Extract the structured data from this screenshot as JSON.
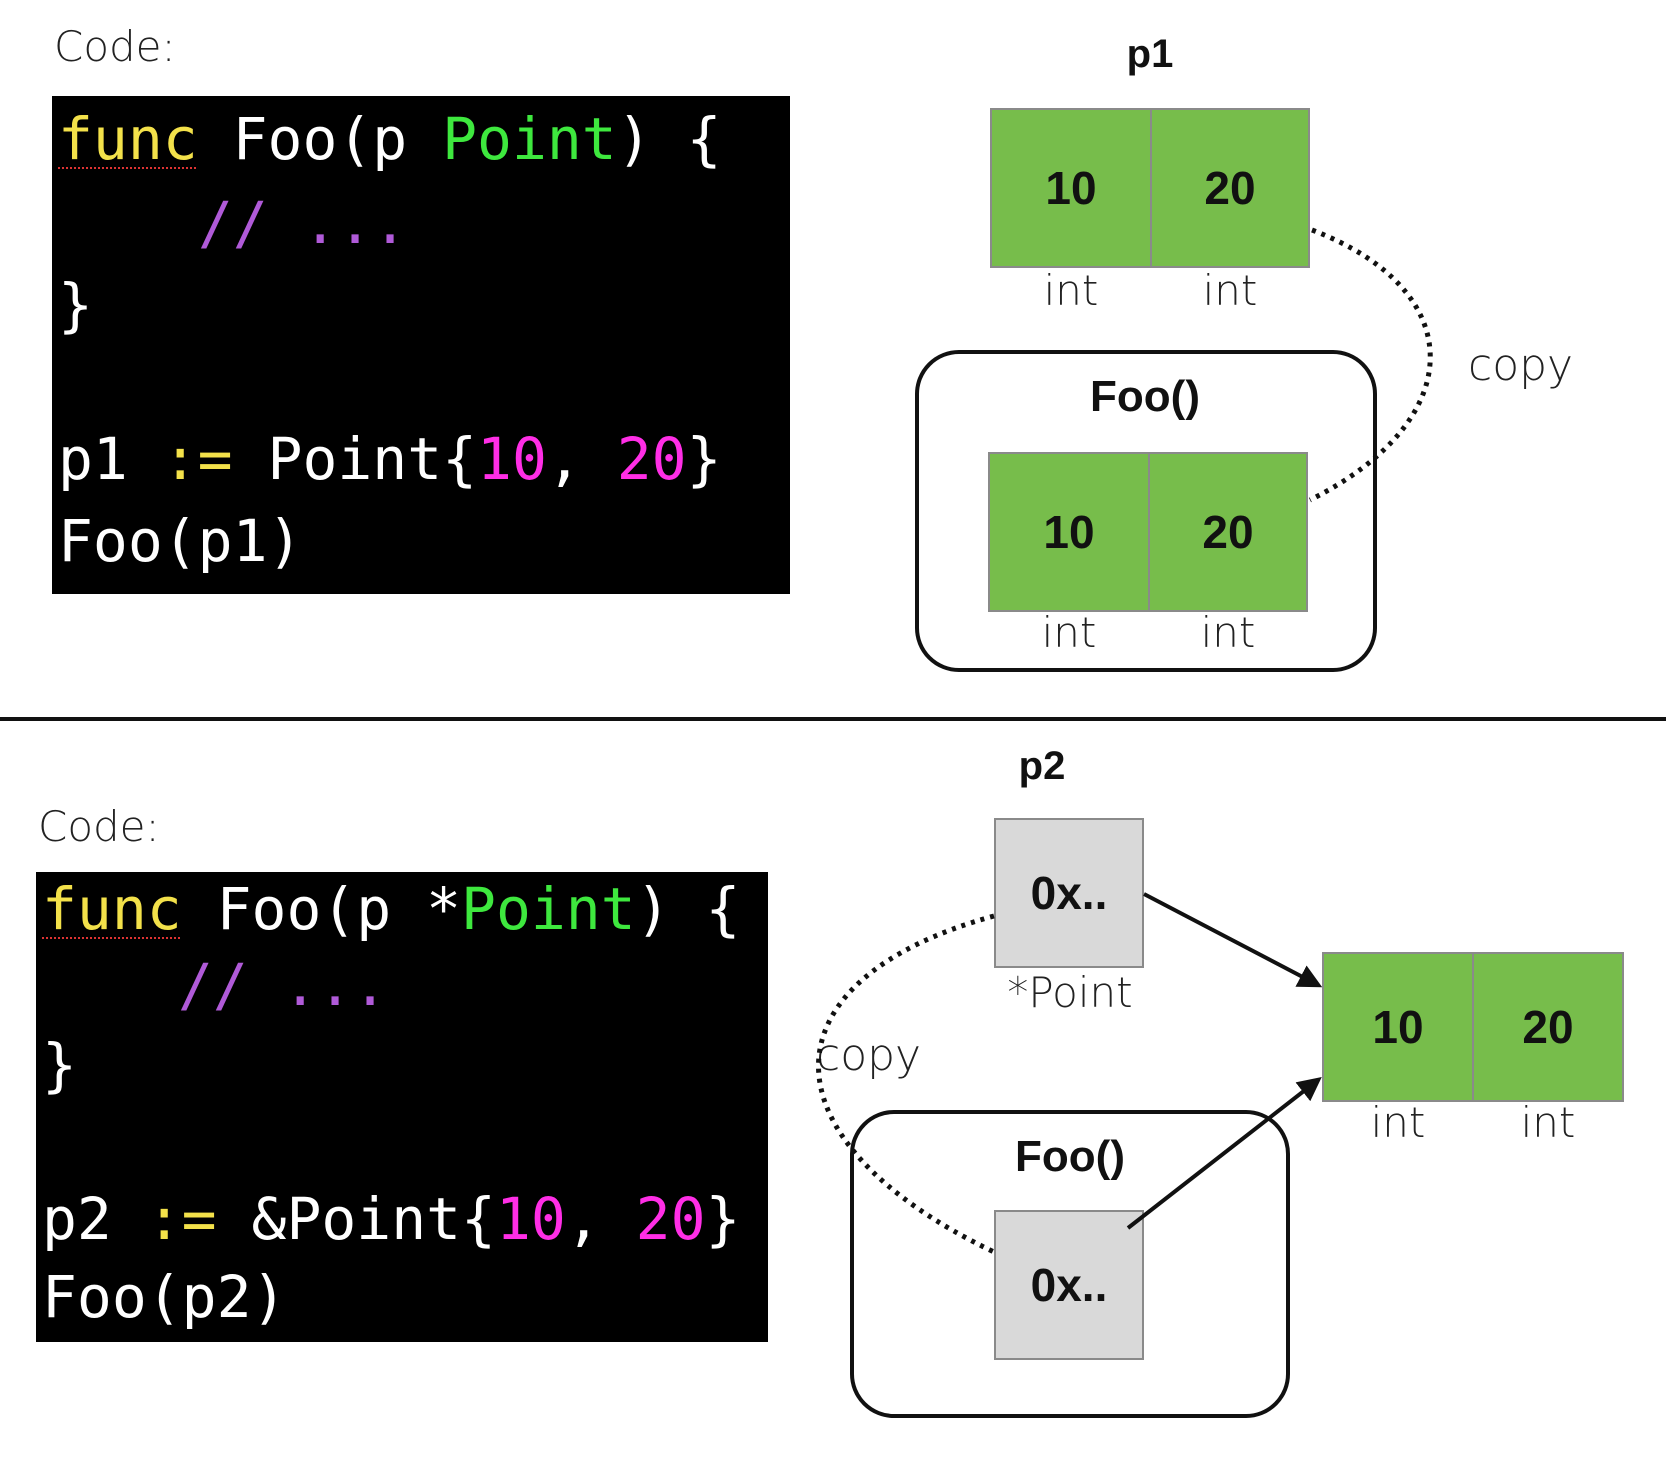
{
  "top": {
    "code_label": "Code:",
    "code": {
      "line1": {
        "kw": "func",
        "mid": " Foo(p ",
        "ty": "Point",
        "end": ") {"
      },
      "line2": {
        "cm": "// ..."
      },
      "line3": {
        "text": "}"
      },
      "line5": {
        "a": "p1 ",
        "op": ":=",
        "b": " Point{",
        "n1": "10",
        "c": ", ",
        "n2": "20",
        "d": "}"
      },
      "line6": {
        "text": "Foo(p1)"
      }
    },
    "var_title": "p1",
    "p1_cells": [
      "10",
      "20"
    ],
    "p1_types": [
      "int",
      "int"
    ],
    "frame_title": "Foo()",
    "foo_cells": [
      "10",
      "20"
    ],
    "foo_types": [
      "int",
      "int"
    ],
    "copy_label": "copy"
  },
  "bottom": {
    "code_label": "Code:",
    "code": {
      "line1": {
        "kw": "func",
        "mid": " Foo(p *",
        "ty": "Point",
        "end": ") {"
      },
      "line2": {
        "cm": "// ..."
      },
      "line3": {
        "text": "}"
      },
      "line5": {
        "a": "p2 ",
        "op": ":=",
        "b": " &Point{",
        "n1": "10",
        "c": ", ",
        "n2": "20",
        "d": "}"
      },
      "line6": {
        "text": "Foo(p2)"
      }
    },
    "var_title": "p2",
    "p2_value": "0x..",
    "p2_type": "*Point",
    "frame_title": "Foo()",
    "foo_value": "0x..",
    "copy_label": "copy",
    "target_cells": [
      "10",
      "20"
    ],
    "target_types": [
      "int",
      "int"
    ]
  },
  "colors": {
    "cell_green": "#77bd4b",
    "pointer_gray": "#d9d9d9",
    "keyword_yellow": "#f3e14a",
    "type_green": "#3ee83e",
    "comment_purple": "#b05ad8",
    "number_magenta": "#ff2ee6"
  }
}
